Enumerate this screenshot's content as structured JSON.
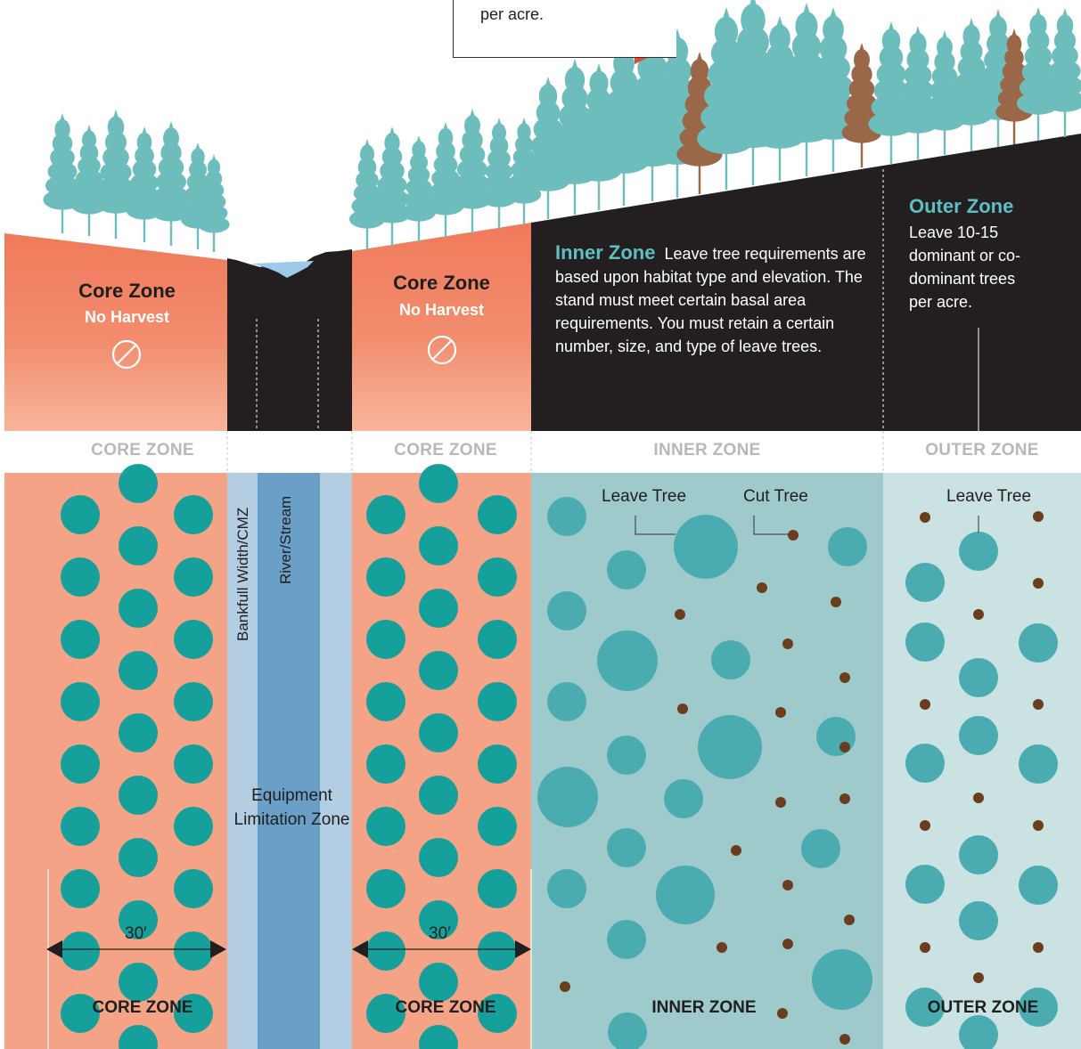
{
  "callout": {
    "text": "per acre."
  },
  "elevation": {
    "core_left": {
      "title": "Core Zone",
      "subtitle": "No Harvest",
      "icon": "no-entry-icon"
    },
    "core_right": {
      "title": "Core Zone",
      "subtitle": "No Harvest",
      "icon": "no-entry-icon"
    },
    "inner": {
      "title": "Inner Zone",
      "text": "Leave tree requirements are based upon habitat type and elevation. The stand must meet certain basal area requirements. You must retain a certain number, size, and type of leave trees."
    },
    "outer": {
      "title": "Outer Zone",
      "text": "Leave 10-15 dominant or co-dominant trees per acre."
    }
  },
  "zone_headers": [
    "CORE ZONE",
    "CORE ZONE",
    "INNER ZONE",
    "OUTER ZONE"
  ],
  "plan": {
    "bankfull": "Bankfull Width/CMZ",
    "river": "River/Stream",
    "equipment": "Equipment Limitation Zone",
    "leave_tree_inner": "Leave Tree",
    "cut_tree": "Cut Tree",
    "leave_tree_outer": "Leave Tree",
    "measure_left": "30′",
    "measure_right": "30′",
    "bottom_labels": [
      "CORE ZONE",
      "CORE ZONE",
      "INNER ZONE",
      "OUTER ZONE"
    ]
  },
  "colors": {
    "core": "#f4a386",
    "core_top": "#f07a5b",
    "inner": "#9fcacb",
    "outer": "#cbe2e3",
    "leave_tree_core": "#15a09b",
    "leave_tree": "#4aacb0",
    "cut_tree": "#6a3d1f",
    "tree_teal": "#6dbdbc",
    "tree_brown": "#9a6748",
    "river": "#6aa0c8",
    "bankfull": "#b3cde3",
    "ground": "#231f20",
    "callout_arrow": "#e8452c"
  }
}
